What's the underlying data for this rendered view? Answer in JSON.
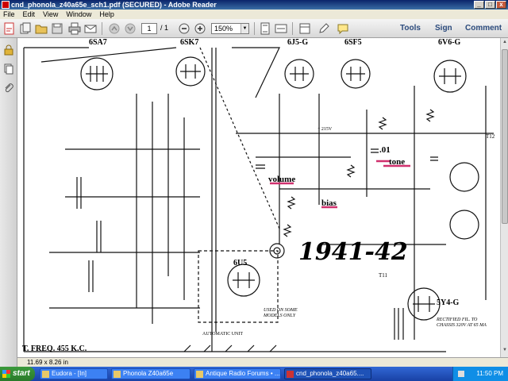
{
  "window": {
    "title": "cnd_phonola_z40a65e_sch1.pdf (SECURED) - Adobe Reader",
    "controls": {
      "minimize": "_",
      "maximize": "□",
      "close": "x"
    }
  },
  "menu": [
    "File",
    "Edit",
    "View",
    "Window",
    "Help"
  ],
  "toolbar": {
    "page_current": "1",
    "page_total": "/ 1",
    "zoom": "150%",
    "links": {
      "tools": "Tools",
      "sign": "Sign",
      "comment": "Comment"
    }
  },
  "schematic": {
    "tubes": [
      "6SA7",
      "6SK7",
      "6J5-G",
      "6SF5",
      "6V6-G",
      "6U5",
      "5Y4-G"
    ],
    "annotations": {
      "volume": "volume",
      "bias": "bias",
      "cap": ".01",
      "tone": "tone",
      "year": "1941-42"
    },
    "labels": {
      "if_freq": "T. FREQ. 455 K.C.",
      "automatic_unit": "AUTOMATIC UNIT",
      "used_note": "USED ON SOME MODELS ONLY",
      "rectified": "RECTIFIED FIL. TO CHASSIS 320V AT 65 MA",
      "plus_b": "+ 215V",
      "t12": "T12",
      "t11": "T11"
    },
    "annotation_colors": {
      "underline": "#d0306e"
    }
  },
  "statusbar": {
    "page_size": "11.69 x 8.26 in"
  },
  "taskbar": {
    "start": "start",
    "tasks": [
      "Eudora - [In]",
      "Phonola Z40a65e",
      "Antique Radio Forums • ...",
      "cnd_phonola_z40a65...."
    ],
    "clock": "11:50 PM"
  }
}
